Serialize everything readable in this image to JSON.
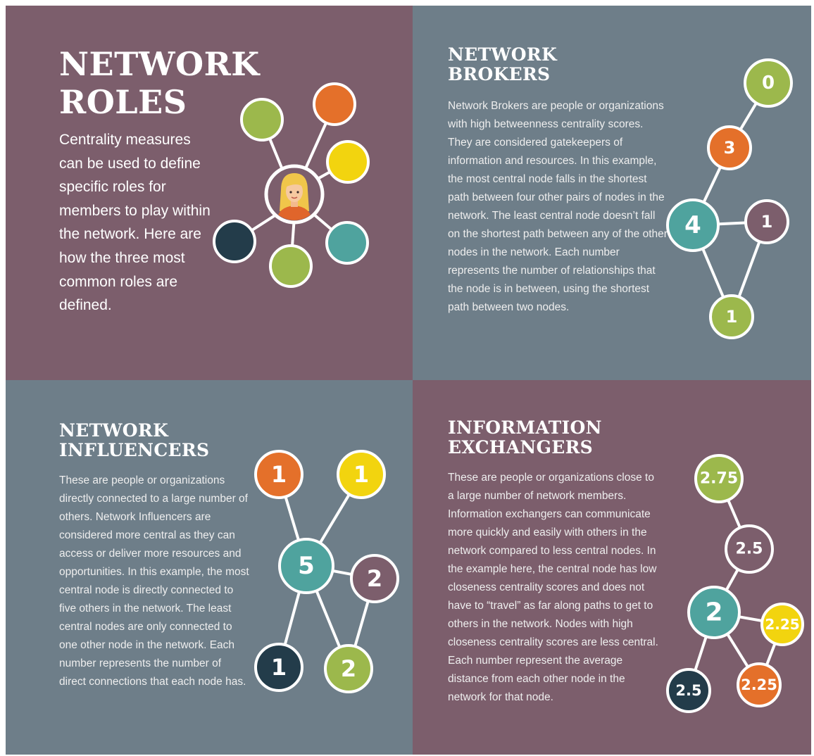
{
  "colors": {
    "plum": "#7c5e6c",
    "slate": "#6e7e89",
    "green": "#9cb84c",
    "orange": "#e4702a",
    "yellow": "#f2d40f",
    "teal": "#4fa39e",
    "navy": "#233c4a",
    "node_plum": "#7c5e6c"
  },
  "intro": {
    "title_line1": "NETWORK",
    "title_line2": "ROLES",
    "text": "Centrality measures can be used to define specific roles for members to play within the network. Here are how the three most common roles are defined.",
    "center_icon": "person-avatar-icon"
  },
  "brokers": {
    "title_line1": "NETWORK",
    "title_line2": "BROKERS",
    "text": "Network Brokers are people or organizations with high betweenness centrality scores. They are considered gatekeepers of information and resources. In this example, the most central node falls in the shortest path between four other pairs of nodes in the network. The least central node doesn’t fall on the shortest path between any of the other nodes in the network. Each number represents the number of relationships that the node is in between, using the shortest path between two nodes.",
    "nodes": [
      "0",
      "3",
      "4",
      "1",
      "1"
    ]
  },
  "influencers": {
    "title_line1": "NETWORK",
    "title_line2": "INFLUENCERS",
    "text": "These are people or organizations directly connected to a large number of others. Network Influencers are considered more central as they can access or deliver more resources and opportunities. In this example, the most central node is directly connected to five others in the network. The least central nodes are only connected to one other node in the network. Each number represents the number of direct connections that each node has.",
    "nodes": [
      "1",
      "1",
      "5",
      "2",
      "1",
      "2"
    ]
  },
  "exchangers": {
    "title_line1": "INFORMATION",
    "title_line2": "EXCHANGERS",
    "text": "These are people or organizations close to a large number of network members. Information exchangers can communicate more quickly and easily with others in the network compared to less central nodes. In the example here, the central node has low closeness centrality scores and does not have to “travel” as far along paths to get to others in the network. Nodes with high closeness centrality scores are less central. Each number represent the average distance from each other node in the network for that node.",
    "nodes": [
      "2.75",
      "2.5",
      "2",
      "2.25",
      "2.5",
      "2.25"
    ]
  }
}
